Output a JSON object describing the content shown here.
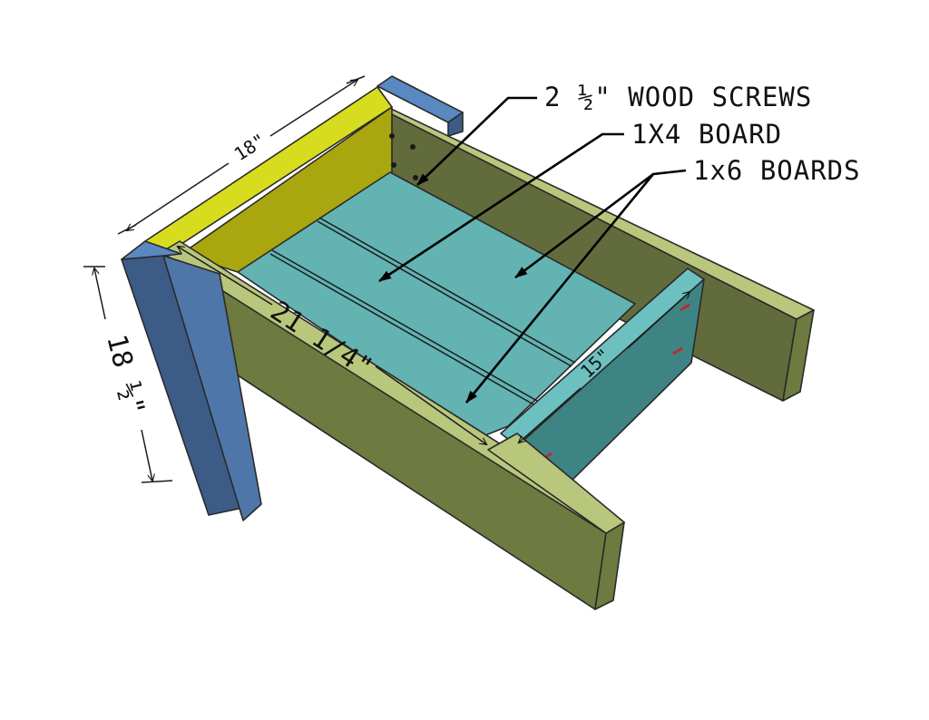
{
  "callouts": {
    "screws": "2 ½\" WOOD SCREWS",
    "board_1x4": "1X4 BOARD",
    "boards_1x6": "1x6 BOARDS"
  },
  "dimensions": {
    "width": "18\"",
    "height": "18 ½\"",
    "rail_length": "21 1/4\"",
    "cleat_length": "15\""
  },
  "colors": {
    "leg_face": "#3c5c87",
    "leg_side": "#4f76a8",
    "leg_top": "#5a88c0",
    "yellow_top": "#d8dc1e",
    "yellow_face": "#aaa610",
    "rail_top": "#b9c77c",
    "rail_face": "#6d7a40",
    "rail_inner": "#626b3c",
    "slat": "#63b3b3",
    "slat_groove": "#2c4f4f",
    "cleat_top": "#6cc0c0",
    "cleat_face": "#3f8484"
  }
}
